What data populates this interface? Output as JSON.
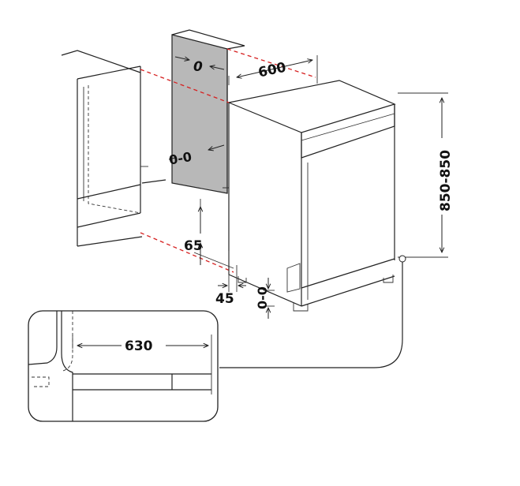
{
  "dimensions": {
    "niche_gap_top": "0",
    "width": "600",
    "niche_gap_side": "0-0",
    "height": "850-850",
    "floor_clearance": "65",
    "side_offset": "45",
    "foot_adjust": "0-0",
    "depth": "630"
  },
  "colors": {
    "line": "#222222",
    "alignment_dash": "#d62020",
    "wall_panel": "#b8b8b8"
  }
}
